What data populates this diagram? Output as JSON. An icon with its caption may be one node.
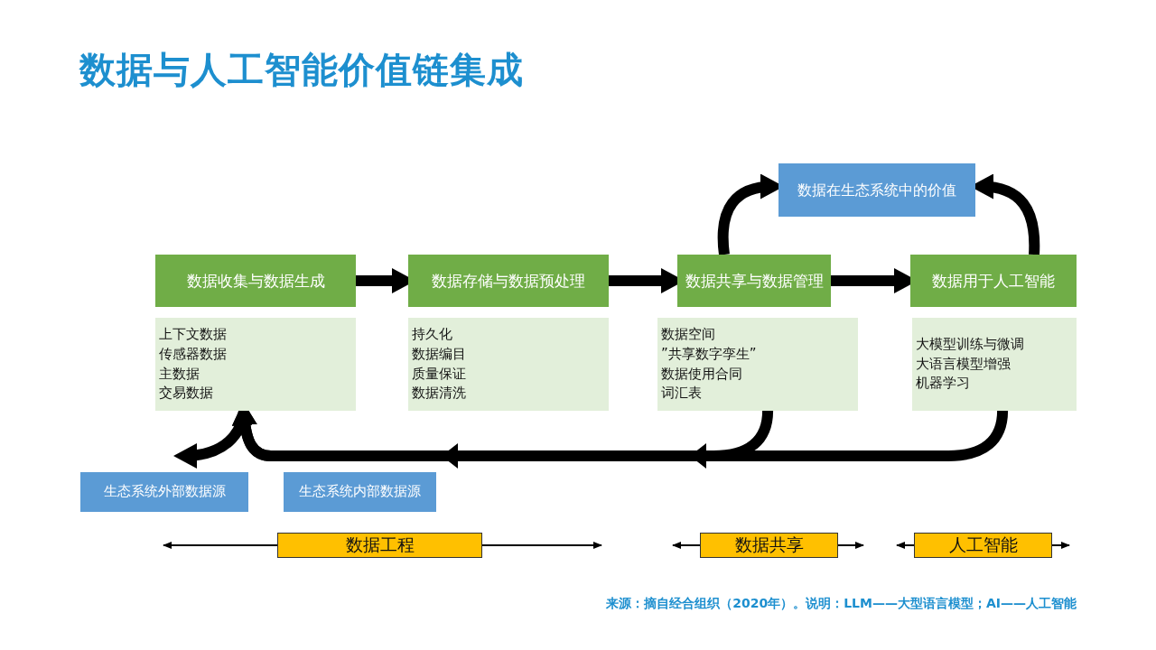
{
  "diagram": {
    "title": "数据与人工智能价值链集成",
    "nodes": [
      {
        "text": [
          "数据收集与数据生成"
        ]
      },
      {
        "text": [
          "数据存储与数据预处理"
        ]
      },
      {
        "text": [
          "数据共享与数据管理"
        ]
      },
      {
        "text": [
          "数据用于人工智能"
        ]
      },
      {
        "text": [
          "上下文数据",
          "传感器数据",
          "主数据",
          "交易数据"
        ]
      },
      {
        "text": [
          "持久化",
          "数据编目",
          "质量保证",
          "数据清洗"
        ]
      },
      {
        "text": [
          "数据空间",
          "”共享数字孪生”",
          "数据使用合同",
          "词汇表"
        ]
      },
      {
        "text": [
          "大模型训练与微调",
          "大语言模型增强",
          "机器学习"
        ]
      },
      {
        "text": [
          "数据在生态系统中的价值"
        ]
      },
      {
        "text": [
          "生态系统外部数据源"
        ]
      },
      {
        "text": [
          "生态系统内部数据源"
        ]
      },
      {
        "text": [
          "数据工程"
        ]
      },
      {
        "text": [
          "数据共享"
        ]
      },
      {
        "text": [
          "人工智能"
        ]
      }
    ],
    "edges": [
      {
        "from": 0,
        "to": 1,
        "arrow": "to"
      },
      {
        "from": 1,
        "to": 2,
        "arrow": "to"
      },
      {
        "from": 2,
        "to": 3,
        "arrow": "to"
      },
      {
        "from": 2,
        "to": 8,
        "arrow": "to"
      },
      {
        "from": 3,
        "to": 8,
        "arrow": "to"
      },
      {
        "from": 7,
        "to": 4,
        "arrow": "to"
      },
      {
        "from": 6,
        "to": 4,
        "arrow": "to"
      },
      {
        "from": 4,
        "to": 9,
        "arrow": "to"
      }
    ],
    "caption": "来源：摘自经合组织（2020年）。说明：LLM——大型语言模型；AI——人工智能"
  }
}
